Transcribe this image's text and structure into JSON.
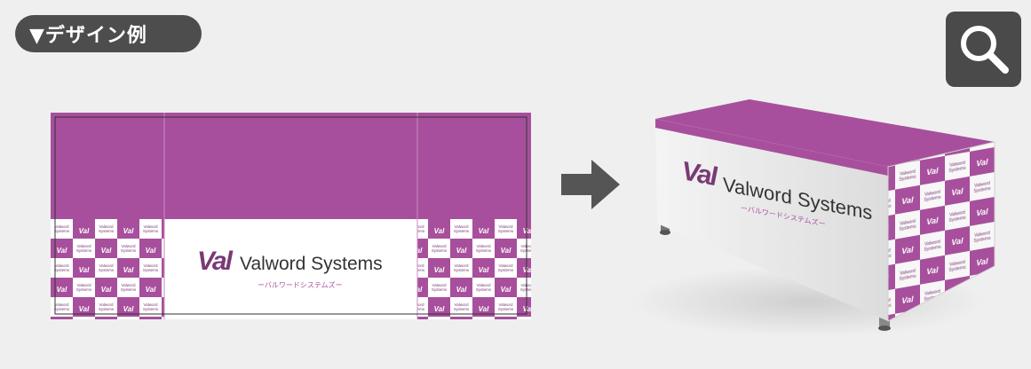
{
  "header": {
    "badge_label": "▼デザイン例"
  },
  "brand": {
    "mark": "Val",
    "name": "Valword Systems",
    "kana": "ーバルワードシステムズー",
    "tile_line1": "Valword",
    "tile_line2": "Systems"
  },
  "colors": {
    "brand_purple": "#a74f9c",
    "dark_gray": "#4d4d4d",
    "background": "#efefef"
  },
  "icons": {
    "zoom": "magnifier-icon",
    "arrow": "arrow-right-icon"
  }
}
